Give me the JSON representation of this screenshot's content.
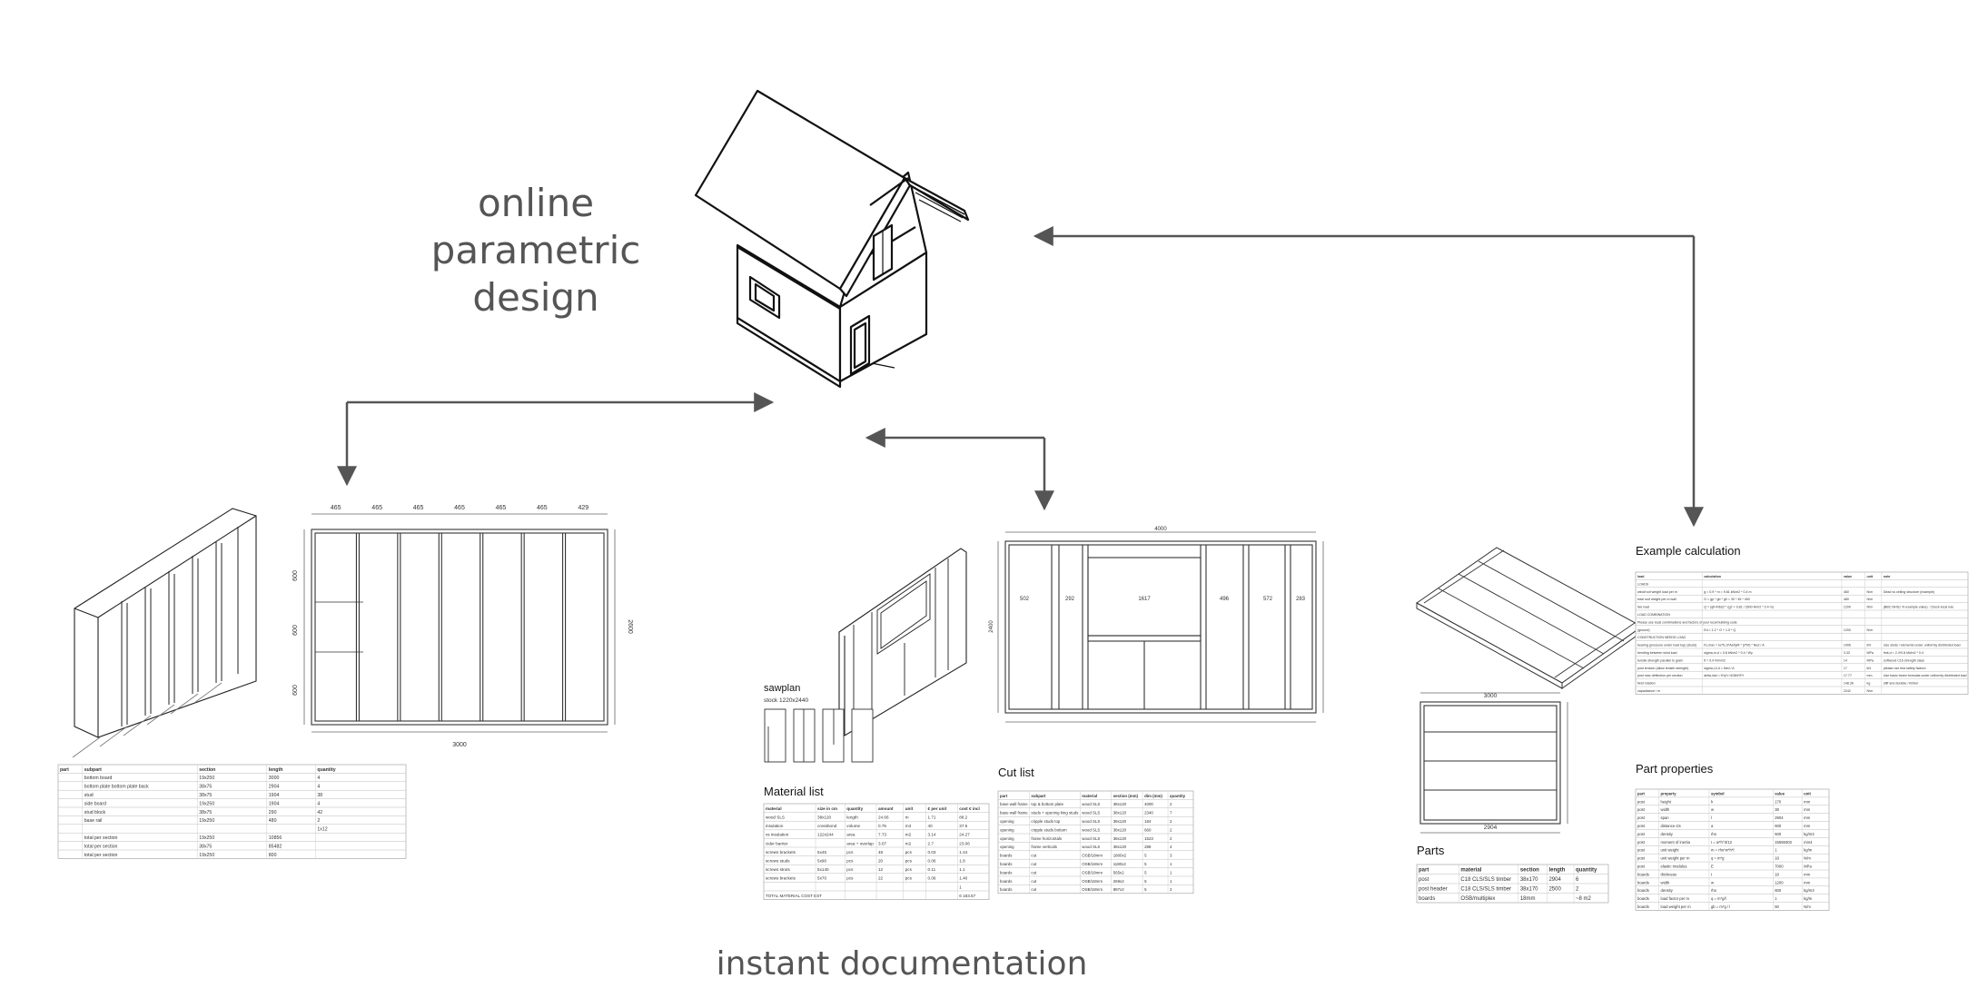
{
  "labels": {
    "hero_line1": "online",
    "hero_line2": "parametric",
    "hero_line3": "design",
    "bottom": "instant documentation"
  },
  "titles": {
    "sawplan": "sawplan",
    "sawplan_sub": "stock 1220x2440",
    "material_list": "Material list",
    "cut_list": "Cut list",
    "parts": "Parts",
    "example_calc": "Example calculation",
    "part_props": "Part properties"
  },
  "wall": {
    "top_dims": [
      "465",
      "465",
      "465",
      "465",
      "465",
      "465",
      "429"
    ],
    "overall_width": "3000",
    "overall_height": "2600",
    "side_dims": [
      "600",
      "600",
      "600"
    ]
  },
  "opening": {
    "overall_width": "4000",
    "top_dims": [
      "502",
      "292",
      "1617",
      "496",
      "572",
      "283"
    ],
    "height": "2400"
  },
  "floor": {
    "width": "3000",
    "length": "2904"
  },
  "colors": {
    "arrow": "#555555",
    "line": "#333333",
    "grid": "#aaaaaa"
  },
  "tables": {
    "wall_table": {
      "headers": [
        "part",
        "subpart",
        "section",
        "length",
        "quantity"
      ],
      "rows": [
        [
          "",
          "bottom board",
          "19x250",
          "3000",
          "4"
        ],
        [
          "",
          "bottom plate bottom plate back",
          "38x75",
          "2904",
          "4"
        ],
        [
          "",
          "stud",
          "38x75",
          "1904",
          "38"
        ],
        [
          "",
          "side board",
          "19x250",
          "1904",
          "4"
        ],
        [
          "",
          "stud block",
          "38x75",
          "290",
          "42"
        ],
        [
          "",
          "base rail",
          "19x250",
          "480",
          "2"
        ],
        [
          "",
          "",
          "",
          "",
          "1x12"
        ],
        [
          "",
          "total per section",
          "19x250",
          "10856",
          ""
        ],
        [
          "",
          "total per section",
          "38x75",
          "85482",
          ""
        ],
        [
          "",
          "total per section",
          "19x250",
          "800",
          ""
        ]
      ]
    },
    "material_list": {
      "headers": [
        "material",
        "size in cm",
        "quantity",
        "amount",
        "unit",
        "€ per unit",
        "cost € incl"
      ],
      "rows": [
        [
          "wood SLS",
          "38x120",
          "length",
          "24.66",
          "m",
          "1.71",
          "88.2"
        ],
        [
          "insulation",
          "crossbond",
          "volume",
          "0.75",
          "m3",
          "40",
          "37.5"
        ],
        [
          "vs insulation",
          "122x244",
          "area",
          "7.73",
          "m2",
          "3.14",
          "24.27"
        ],
        [
          "cider barrier",
          "",
          "area + overlap",
          "3.07",
          "m2",
          "2.7",
          "23.06"
        ],
        [
          "screws brackets",
          "5x45",
          "pcs",
          "48",
          "pcs",
          "0.03",
          "1.44"
        ],
        [
          "screws studs",
          "5x90",
          "pcs",
          "20",
          "pcs",
          "0.06",
          "1.8"
        ],
        [
          "screws struts",
          "5x140",
          "pcs",
          "12",
          "pcs",
          "0.11",
          "1.1"
        ],
        [
          "screws brackets",
          "5x70",
          "pcs",
          "22",
          "pcs",
          "0.06",
          "1.40"
        ],
        [
          "",
          "",
          "",
          "",
          "",
          "",
          "1"
        ],
        [
          "TOTAL MATERIAL COST EST",
          "",
          "",
          "",
          "",
          "",
          "6 183.57"
        ]
      ]
    },
    "cut_list": {
      "headers": [
        "part",
        "subpart",
        "material",
        "section (mm)",
        "dim (mm)",
        "quantity"
      ],
      "rows": [
        [
          "base wall frame",
          "top & bottom plate",
          "wood SLS",
          "38x120",
          "4000",
          "2"
        ],
        [
          "base wall frame",
          "studs + opening king studs",
          "wood SLS",
          "38x120",
          "2340",
          "7"
        ],
        [
          "opening",
          "cripple studs top",
          "wood SLS",
          "38x120",
          "184",
          "2"
        ],
        [
          "opening",
          "cripple studs bottom",
          "wood SLS",
          "38x120",
          "660",
          "2"
        ],
        [
          "opening",
          "frame horizontals",
          "wood SLS",
          "38x120",
          "1523",
          "2"
        ],
        [
          "opening",
          "frame verticals",
          "wood SLS",
          "38x120",
          "288",
          "4"
        ],
        [
          "boards",
          "cut",
          "OSB/18mm",
          "1800x2",
          "5",
          "3"
        ],
        [
          "boards",
          "cut",
          "OSB/18mm",
          "1180x2",
          "5",
          "1"
        ],
        [
          "boards",
          "cut",
          "OSB/18mm",
          "565x2",
          "5",
          "1"
        ],
        [
          "boards",
          "cut",
          "OSB/18mm",
          "269x2",
          "5",
          "1"
        ],
        [
          "boards",
          "cut",
          "OSB/18mm",
          "887x2",
          "5",
          "2"
        ]
      ]
    },
    "parts": {
      "headers": [
        "part",
        "material",
        "section",
        "length",
        "quantity"
      ],
      "rows": [
        [
          "post",
          "C18 CLS/SLS timber",
          "38x170",
          "2904",
          "6"
        ],
        [
          "post header",
          "C18 CLS/SLS timber",
          "38x170",
          "2500",
          "2"
        ],
        [
          "boards",
          "OSB/multiplex",
          "18mm",
          "",
          "~8 m2"
        ]
      ]
    },
    "example_calc": {
      "headers": [
        "load",
        "calculation",
        "value",
        "unit",
        "note"
      ],
      "rows": [
        [
          "LOADS",
          "",
          "",
          "",
          ""
        ],
        [
          "wind/roof weight load per m",
          "g = 0.9 * m = 9.81 kN/m2 * 0.4 m",
          "460",
          "N/m",
          "Dead vs ceiling structure (example)"
        ],
        [
          "total roof weight per m wall",
          "G = gp * gb * g0 = 30 * 45 * 400",
          "480",
          "N/m",
          ""
        ],
        [
          "live load",
          "Q = (qfl+Nb)/2 * (g2 + 9.81 / 2600 N/m2 * 0.4 m)",
          "1200",
          "N/m",
          "(BBC NHS1 % example value) : Check local rule"
        ],
        [
          "LOAD COMBINATION",
          "",
          "",
          "",
          ""
        ],
        [
          "Please use local combinations and factors of your local building code",
          "",
          "",
          "",
          ""
        ],
        [
          "(ground)",
          "Ed = 1.2 * G + 1.5 * Q",
          "1200",
          "N/m",
          ""
        ],
        [
          "CONSTRUCTION NEEDS LOAD",
          "",
          "",
          "",
          ""
        ],
        [
          "bearing (pressure under load top) (studs)",
          "Fc,max = kc*fc,0*Aef/yM * (2*kf) * Ned / A",
          "1006",
          "kN",
          "Use studs / elements under uniformly distributed load"
        ],
        [
          "bending between wind load",
          "sigma,m,d = 0.8 kN/m2 * 0.4 / Wy",
          "3.33",
          "MPa",
          "fmk,d = 2.4*0.8 kN/m2 * 0.4"
        ],
        [
          "tensile strength parallel to grain",
          "ft = 9.9 N/mm2",
          "14",
          "MPa",
          "softwood C16 strength class"
        ],
        [
          "post tension (allow tensile strength)",
          "sigma,t,0,d = Ned / A",
          "17",
          "kN",
          "please use test safety factors"
        ],
        [
          "post max deflection per section",
          "delta,inst = 5*q*L^4/384*E*I",
          "17.77",
          "mm",
          "Use basic beam formulas under uniformly distributed load"
        ],
        [
          "field rotation",
          "",
          "148.36",
          "kg",
          "stiff and durable / timber"
        ],
        [
          "capacitance / m",
          "",
          "2242",
          "N/m",
          ""
        ]
      ]
    },
    "part_props": {
      "headers": [
        "part",
        "property",
        "symbol",
        "value",
        "unit"
      ],
      "rows": [
        [
          "post",
          "height",
          "h",
          "170",
          "mm"
        ],
        [
          "post",
          "width",
          "w",
          "38",
          "mm"
        ],
        [
          "post",
          "span",
          "l",
          "2904",
          "mm"
        ],
        [
          "post",
          "distance cts",
          "a",
          "600",
          "mm"
        ],
        [
          "post",
          "density",
          "rho",
          "500",
          "kg/m3"
        ],
        [
          "post",
          "moment of inertia",
          "I = w*h^3/12",
          "15559303",
          "mm4"
        ],
        [
          "post",
          "unit weight",
          "m = rho*w*h*l",
          "1",
          "kg/m"
        ],
        [
          "post",
          "unit weight per m",
          "q = m*g",
          "18",
          "N/m"
        ],
        [
          "post",
          "elastic modulus",
          "E",
          "7000",
          "MPa"
        ],
        [
          "boards",
          "thickness",
          "t",
          "18",
          "mm"
        ],
        [
          "boards",
          "width",
          "w",
          "1200",
          "mm"
        ],
        [
          "boards",
          "density",
          "rho",
          "600",
          "kg/m3"
        ],
        [
          "boards",
          "load factor per m",
          "q = m*g/l",
          "1",
          "kg/m"
        ],
        [
          "boards",
          "load weight per m",
          "gb = m*g / l",
          "50",
          "N/m"
        ]
      ]
    }
  }
}
